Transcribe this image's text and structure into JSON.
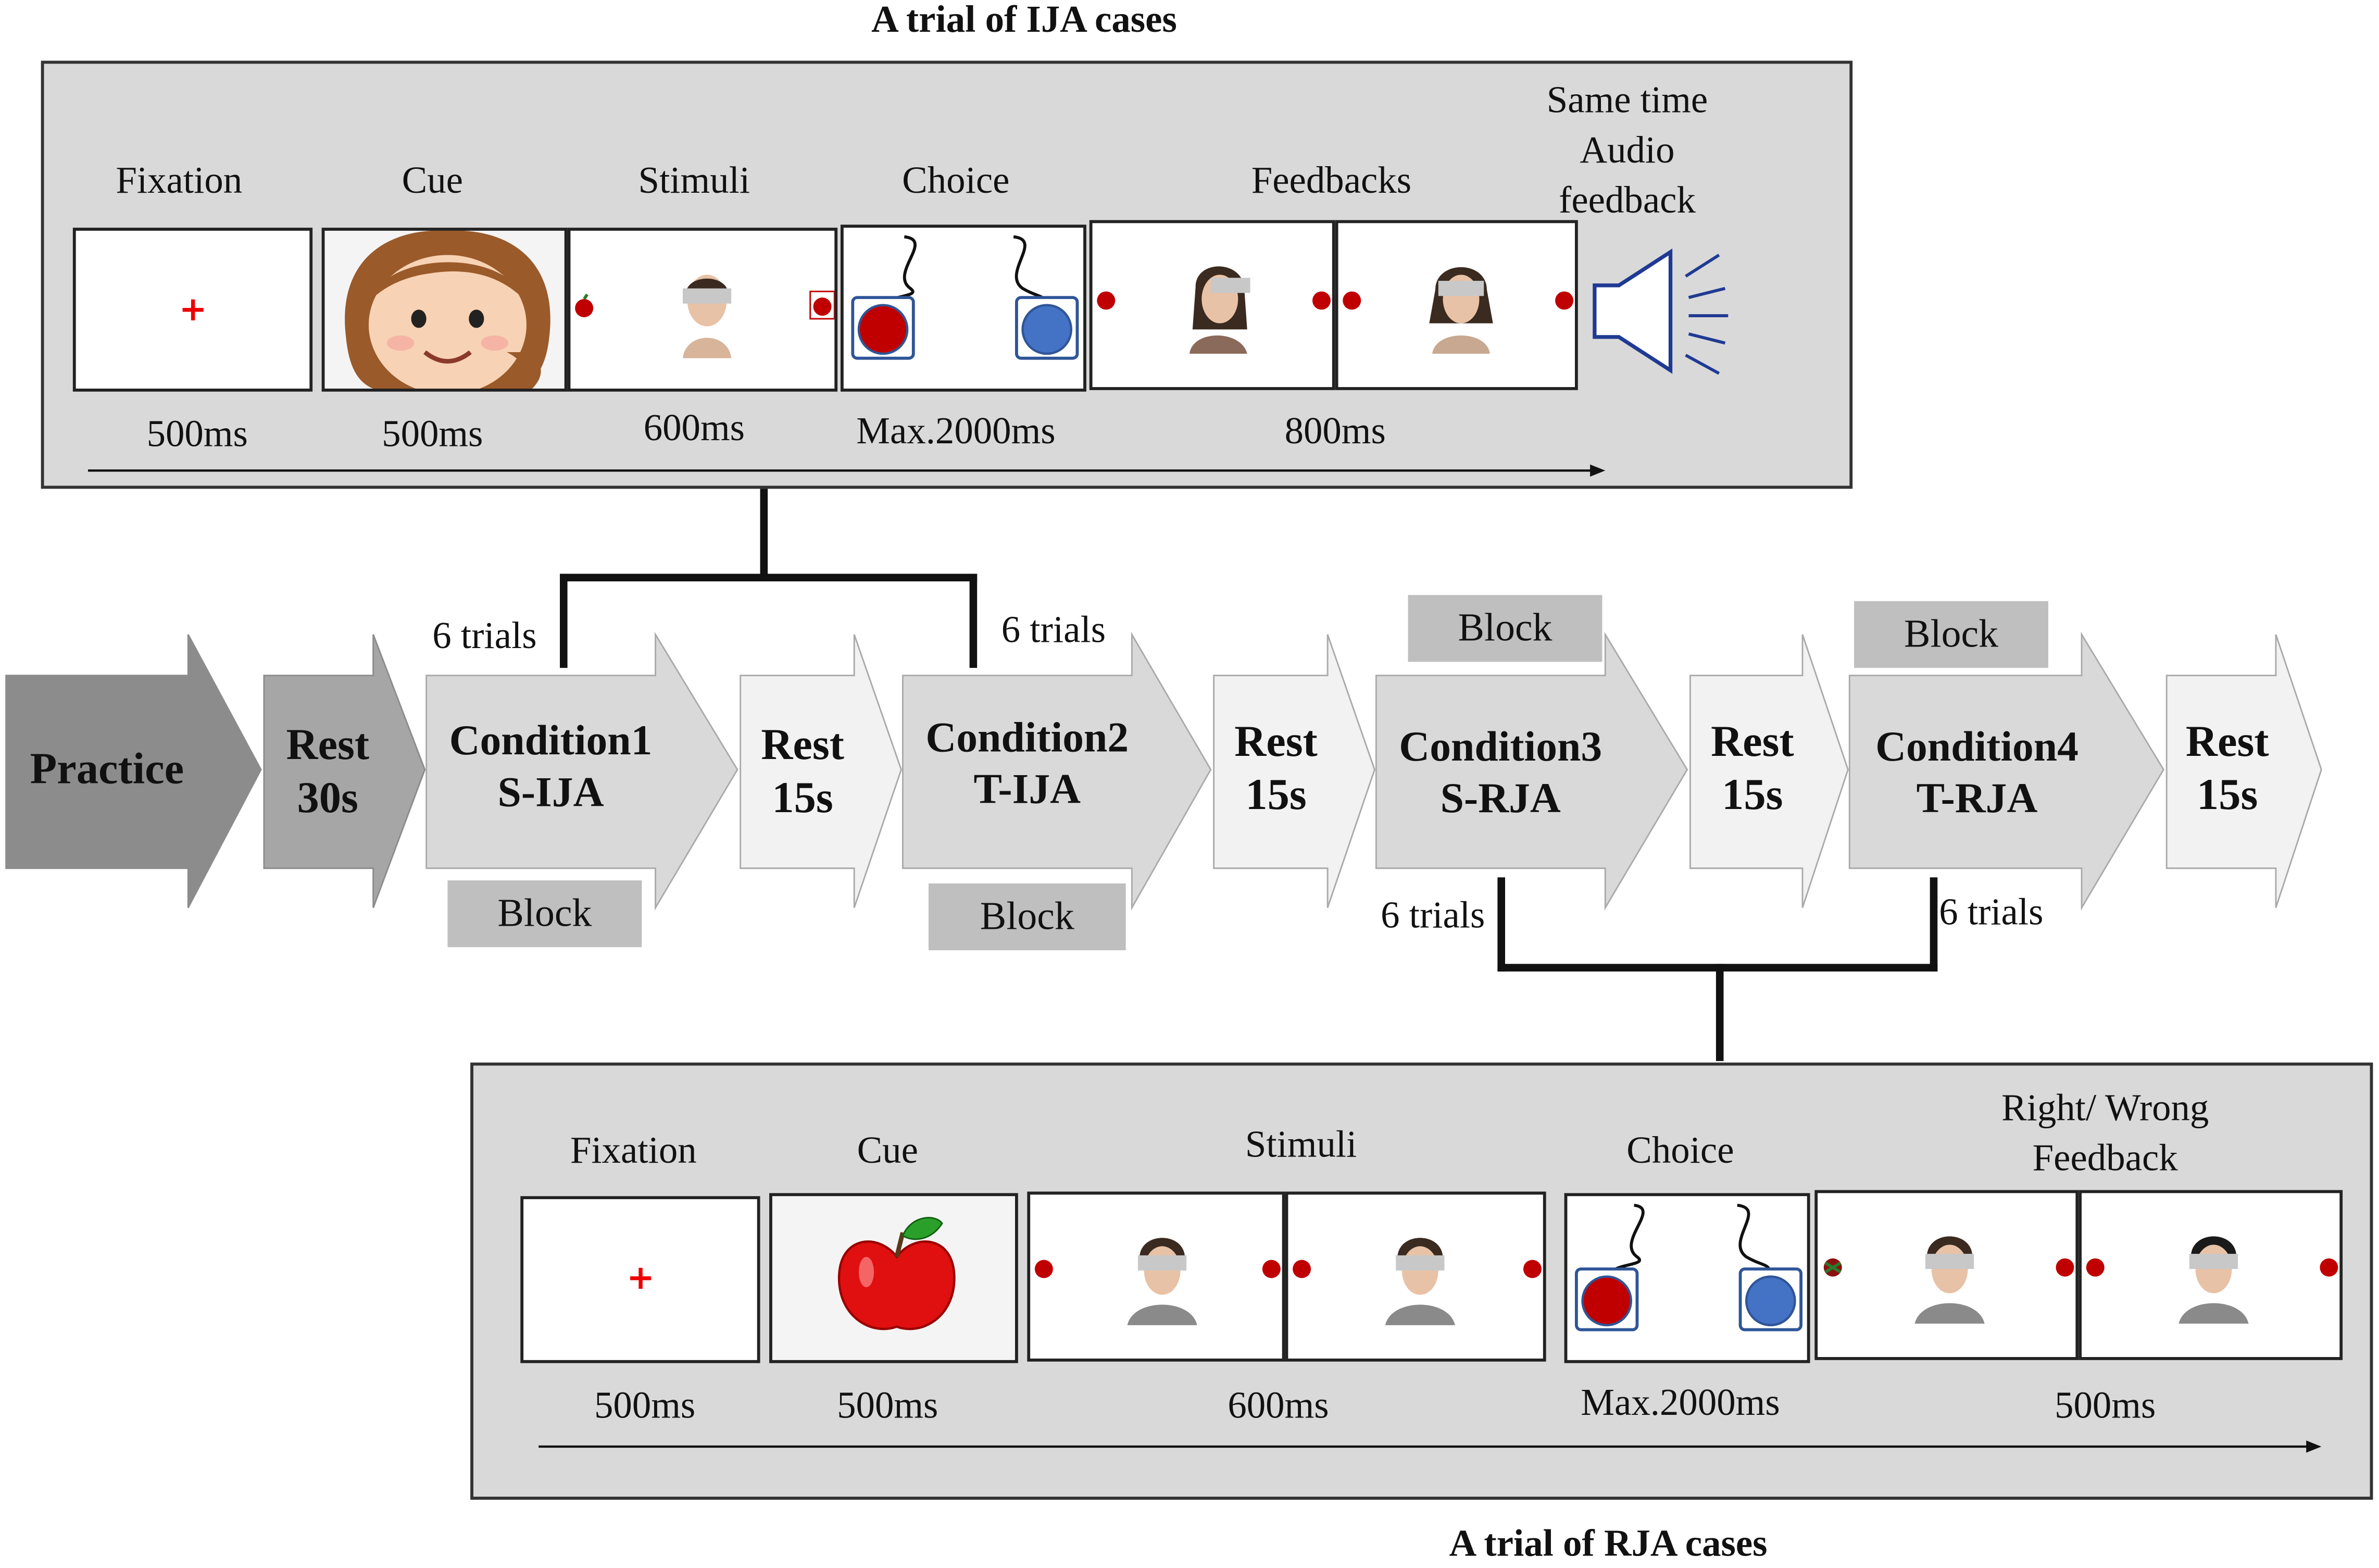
{
  "ija_panel": {
    "title": "A trial of IJA cases",
    "steps": [
      {
        "label": "Fixation",
        "duration": "500ms"
      },
      {
        "label": "Cue",
        "duration": "500ms"
      },
      {
        "label": "Stimuli",
        "duration": "600ms"
      },
      {
        "label": "Choice",
        "duration": "Max.2000ms"
      },
      {
        "label": "Feedbacks",
        "duration": "800ms"
      }
    ],
    "audio_label_lines": [
      "Same time",
      "Audio",
      "feedback"
    ]
  },
  "timeline": {
    "practice": "Practice",
    "rest_first": [
      "Rest",
      "30s"
    ],
    "condition1": [
      "Condition1",
      "S-IJA"
    ],
    "condition2": [
      "Condition2",
      "T-IJA"
    ],
    "condition3": [
      "Condition3",
      "S-RJA"
    ],
    "condition4": [
      "Condition4",
      "T-RJA"
    ],
    "rest": [
      "Rest",
      "15s"
    ],
    "block_label": "Block",
    "trials_label": "6 trials"
  },
  "rja_panel": {
    "title": "A trial of RJA cases",
    "steps": [
      {
        "label": "Fixation",
        "duration": "500ms"
      },
      {
        "label": "Cue",
        "duration": "500ms"
      },
      {
        "label": "Stimuli",
        "duration": "600ms"
      },
      {
        "label": "Choice",
        "duration": "Max.2000ms"
      },
      {
        "label_lines": [
          "Right/ Wrong",
          "Feedback"
        ],
        "duration": "500ms"
      }
    ]
  },
  "fixation_symbol": "+",
  "colors": {
    "panel_bg": "#d9d9d9",
    "arrow_dark": "#8c8c8c",
    "arrow_mid": "#a6a6a6",
    "arrow_light": "#d9d9d9",
    "arrow_lightest": "#f2f2f2",
    "block_tag": "#bfbfbf",
    "red_button": "#c00000",
    "blue_button": "#4472c4",
    "speaker": "#1f3a93"
  }
}
